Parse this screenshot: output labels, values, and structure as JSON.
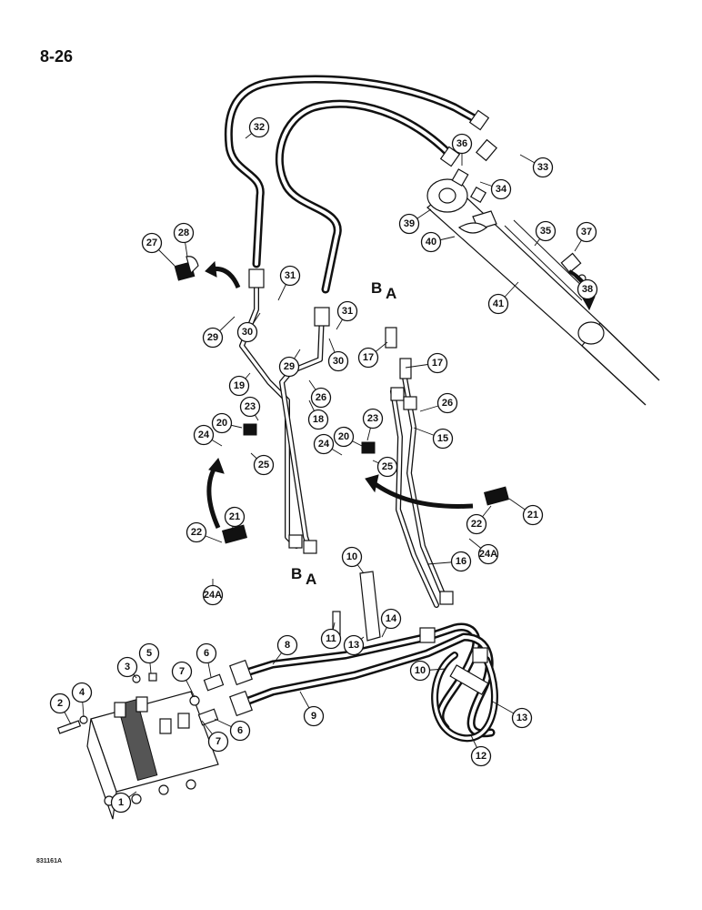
{
  "page": {
    "number": "8-26",
    "figure_code": "831161A"
  },
  "port_letters": {
    "b": "B",
    "a": "A"
  },
  "callouts": [
    "1",
    "2",
    "3",
    "4",
    "5",
    "6",
    "6",
    "7",
    "7",
    "8",
    "9",
    "10",
    "10",
    "11",
    "12",
    "13",
    "13",
    "14",
    "15",
    "16",
    "17",
    "17",
    "18",
    "19",
    "20",
    "20",
    "21",
    "21",
    "22",
    "22",
    "23",
    "23",
    "24",
    "24",
    "24A",
    "24A",
    "25",
    "25",
    "26",
    "26",
    "27",
    "28",
    "29",
    "29",
    "30",
    "30",
    "31",
    "31",
    "32",
    "33",
    "34",
    "35",
    "36",
    "37",
    "38",
    "39",
    "40",
    "41"
  ],
  "icons": {
    "direction_arrow": "curved-arrow-icon"
  }
}
